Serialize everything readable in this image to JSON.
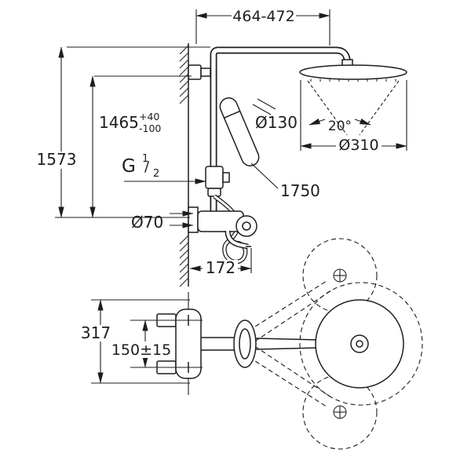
{
  "drawing": {
    "background": "#ffffff",
    "line_color": "#1d1d1b",
    "labels": {
      "width_range": "464-472",
      "height_to_head": "1465",
      "height_tol_plus": "+40",
      "height_tol_minus": "-100",
      "total_height": "1573",
      "thread_letter": "G",
      "thread_num": "1",
      "thread_slash": "/",
      "thread_den": "2",
      "escutcheon_dia": "Ø70",
      "hand_shower_dia": "Ø130",
      "spray_angle": "20°",
      "head_shower_dia": "Ø310",
      "hose_length": "1750",
      "spout_reach": "172",
      "plan_height": "317",
      "connection_spacing": "150±15"
    }
  }
}
